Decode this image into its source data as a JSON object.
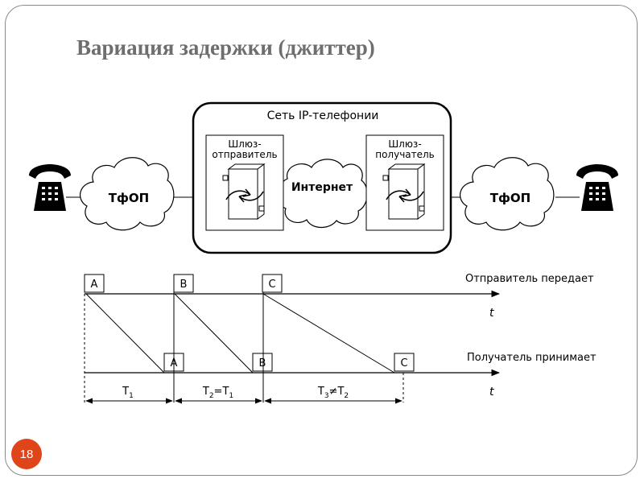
{
  "slide": {
    "title": "Вариация задержки (джиттер)",
    "page_number": "18"
  },
  "network": {
    "ip_net_title": "Сеть IP-телефонии",
    "pstn_left": "ТфОП",
    "pstn_right": "ТфОП",
    "internet": "Интернет",
    "gw_sender_line1": "Шлюз-",
    "gw_sender_line2": "отправитель",
    "gw_receiver_line1": "Шлюз-",
    "gw_receiver_line2": "получатель"
  },
  "timeline": {
    "sender_label": "Отправитель передает",
    "receiver_label": "Получатель принимает",
    "time_symbol_top": "t",
    "time_symbol_bottom": "t",
    "sent_packets": [
      "A",
      "B",
      "C"
    ],
    "received_packets": [
      "A",
      "B",
      "C"
    ],
    "interval_base": "T",
    "intervals": [
      {
        "sub": "1",
        "rel": "",
        "ref_sub": ""
      },
      {
        "sub": "2",
        "rel": "=",
        "ref_sub": "1"
      },
      {
        "sub": "3",
        "rel": "≠",
        "ref_sub": "2"
      }
    ]
  },
  "colors": {
    "title": "#6e6e6e",
    "badge": "#e0441a",
    "stroke": "#000000"
  }
}
